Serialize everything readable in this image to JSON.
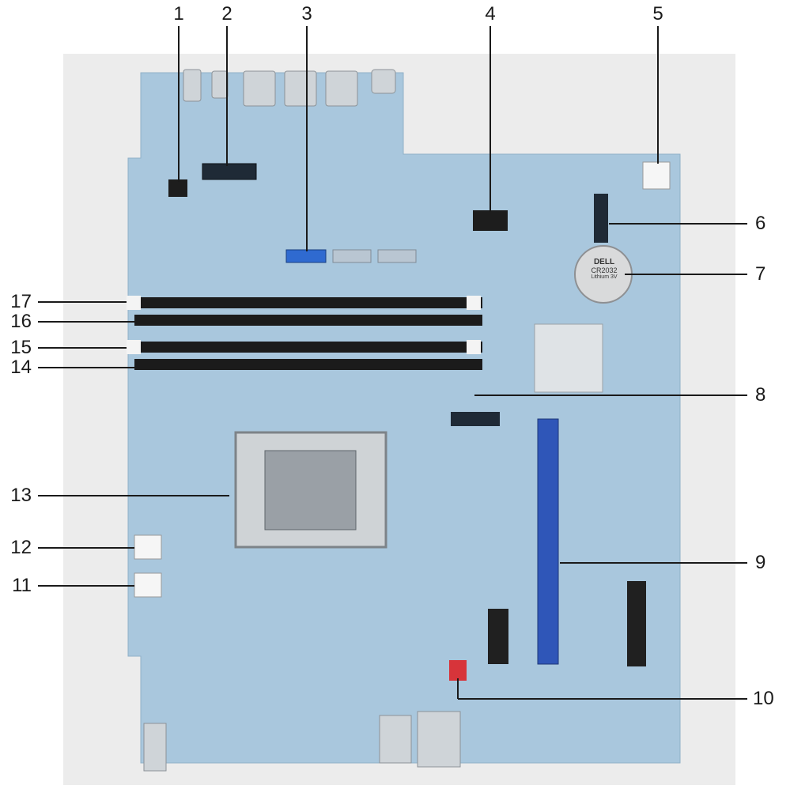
{
  "callouts": [
    {
      "id": "1",
      "label": "1"
    },
    {
      "id": "2",
      "label": "2"
    },
    {
      "id": "3",
      "label": "3"
    },
    {
      "id": "4",
      "label": "4"
    },
    {
      "id": "5",
      "label": "5"
    },
    {
      "id": "6",
      "label": "6"
    },
    {
      "id": "7",
      "label": "7"
    },
    {
      "id": "8",
      "label": "8"
    },
    {
      "id": "9",
      "label": "9"
    },
    {
      "id": "10",
      "label": "10"
    },
    {
      "id": "11",
      "label": "11"
    },
    {
      "id": "12",
      "label": "12"
    },
    {
      "id": "13",
      "label": "13"
    },
    {
      "id": "14",
      "label": "14"
    },
    {
      "id": "15",
      "label": "15"
    },
    {
      "id": "16",
      "label": "16"
    },
    {
      "id": "17",
      "label": "17"
    }
  ],
  "board": {
    "battery_text": "CR2032",
    "battery_sub": "Lithium 3V",
    "brand": "DELL"
  },
  "colors": {
    "board": "#a9c7dd",
    "background": "#ececec",
    "leader": "#1a1a1a",
    "pcie_x16": "#2f56b8",
    "sata": "#2f6ad0"
  }
}
